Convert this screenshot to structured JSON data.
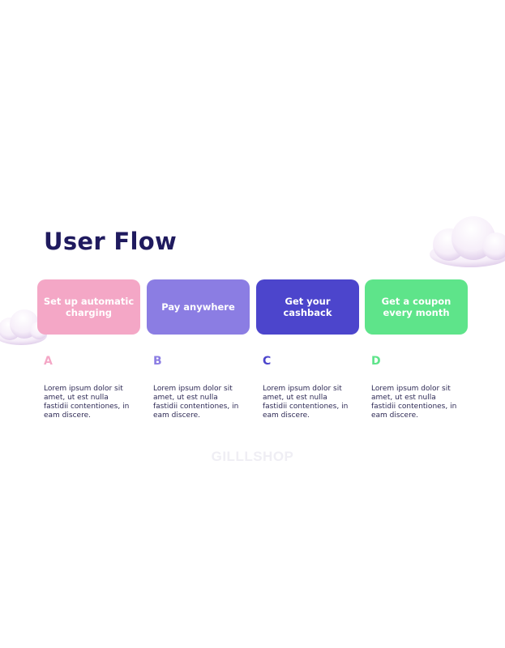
{
  "slide": {
    "title": "User Flow",
    "watermark": "GILLLSHOP"
  },
  "steps": [
    {
      "letter": "A",
      "label": "Set up automatic charging",
      "description": "Lorem ipsum dolor sit amet, ut est nulla fastidii contentiones, in eam discere.",
      "color": "#f4a7c6"
    },
    {
      "letter": "B",
      "label": "Pay anywhere",
      "description": "Lorem ipsum dolor sit amet, ut est nulla fastidii contentiones, in eam discere.",
      "color": "#8b7de3"
    },
    {
      "letter": "C",
      "label": "Get your cashback",
      "description": "Lorem ipsum dolor sit amet, ut est nulla fastidii contentiones, in eam discere.",
      "color": "#4c45cc"
    },
    {
      "letter": "D",
      "label": "Get a coupon every month",
      "description": "Lorem ipsum dolor sit amet, ut est nulla fastidii contentiones, in eam discere.",
      "color": "#5ee48a"
    }
  ],
  "decorations": {
    "cloud_icon": "cloud-icon",
    "cloud_color": "#f4eefa"
  }
}
